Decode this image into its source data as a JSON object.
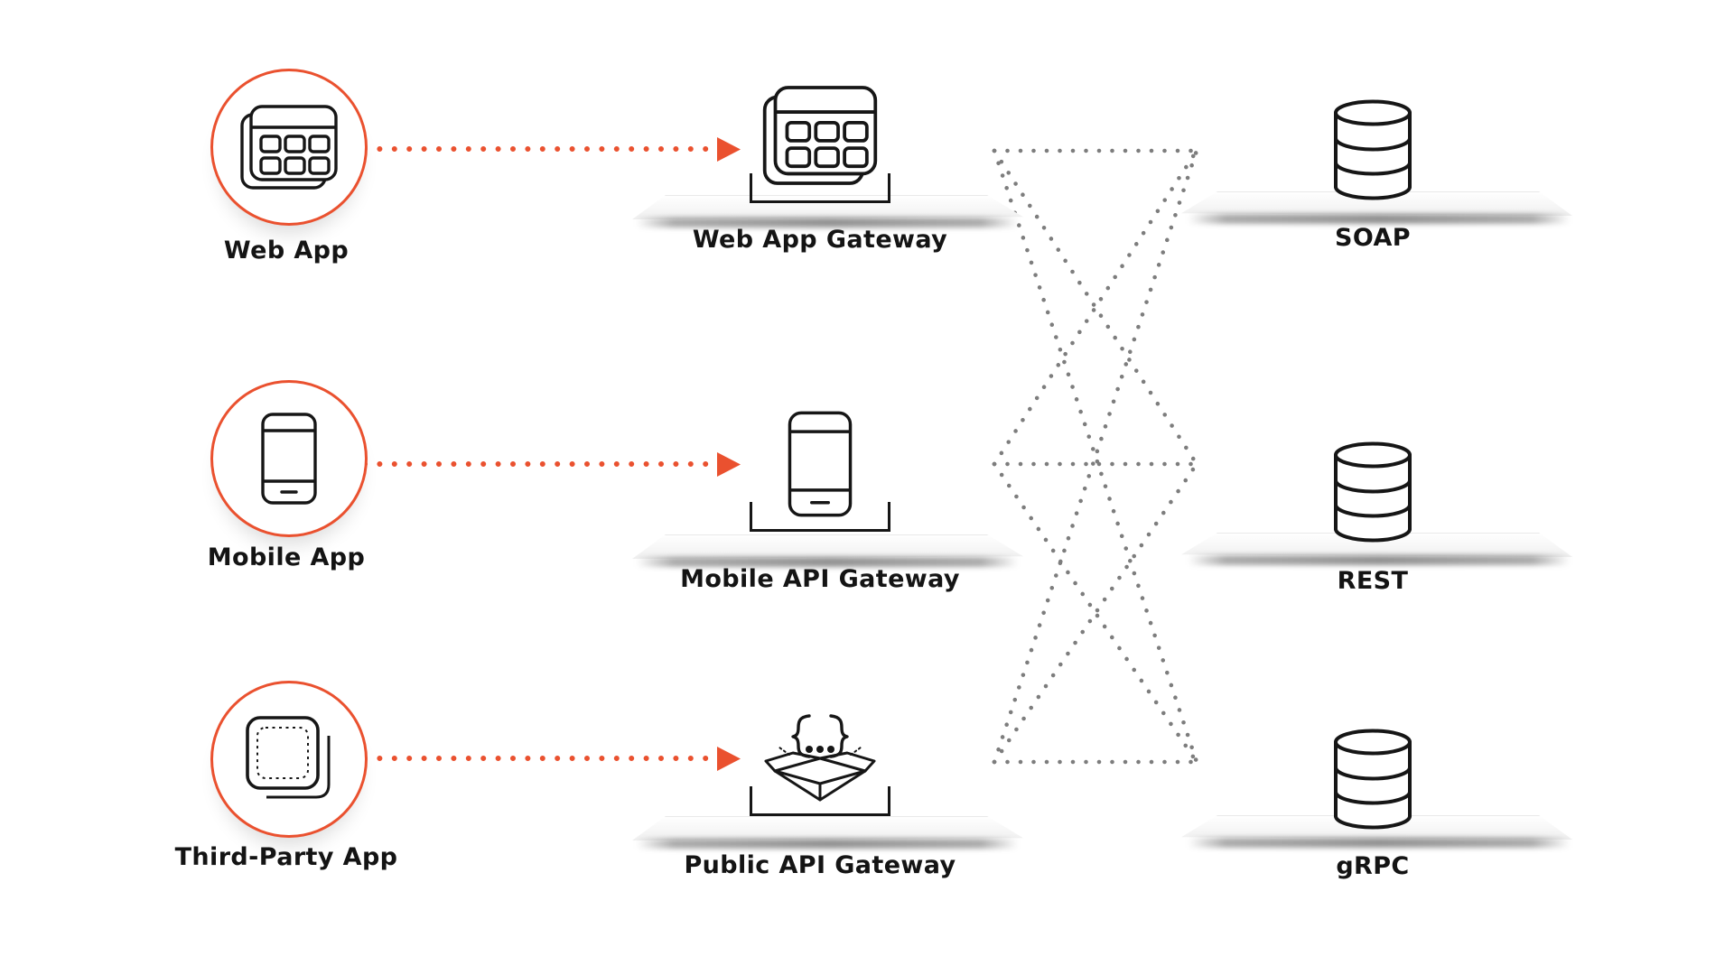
{
  "diagram": {
    "clients": [
      {
        "label": "Web App",
        "icon": "web-app-grid-icon"
      },
      {
        "label": "Mobile App",
        "icon": "mobile-phone-icon"
      },
      {
        "label": "Third-Party App",
        "icon": "stacked-cards-icon"
      }
    ],
    "gateways": [
      {
        "label": "Web App Gateway",
        "icon": "web-app-grid-icon"
      },
      {
        "label": "Mobile API Gateway",
        "icon": "mobile-phone-icon"
      },
      {
        "label": "Public API Gateway",
        "icon": "open-api-box-icon"
      }
    ],
    "backends": [
      {
        "label": "SOAP",
        "icon": "database-icon"
      },
      {
        "label": "REST",
        "icon": "database-icon"
      },
      {
        "label": "gRPC",
        "icon": "database-icon"
      }
    ],
    "colors": {
      "accent_orange": "#EA512F",
      "mesh_dot_gray": "#7D7D7D",
      "ink_black": "#161616"
    }
  }
}
